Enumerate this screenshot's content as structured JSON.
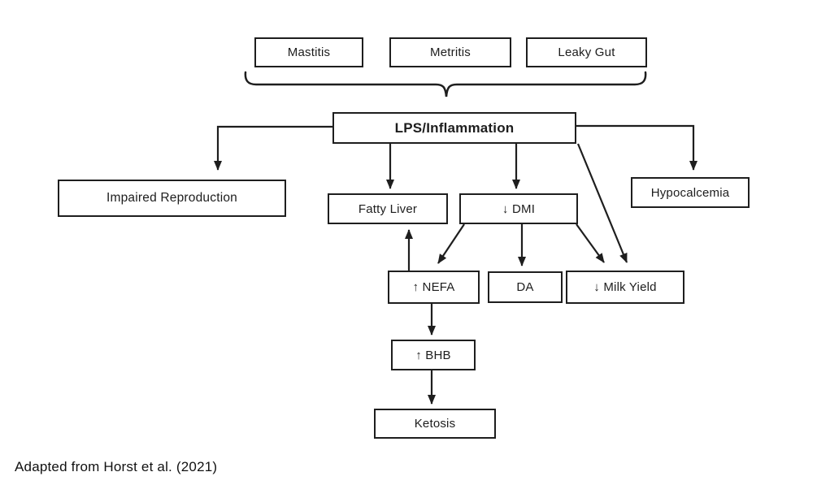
{
  "caption": "Adapted from Horst et al. (2021)",
  "colors": {
    "ink": "#1e1e1e",
    "background": "#ffffff"
  },
  "nodes": {
    "mastitis": {
      "label": "Mastitis"
    },
    "metritis": {
      "label": "Metritis"
    },
    "leaky_gut": {
      "label": "Leaky Gut"
    },
    "lps": {
      "label": "LPS/Inflammation"
    },
    "impaired_reproduction": {
      "label": "Impaired Reproduction"
    },
    "fatty_liver": {
      "label": "Fatty Liver"
    },
    "dmi": {
      "label": "↓ DMI"
    },
    "hypocalcemia": {
      "label": "Hypocalcemia"
    },
    "nefa": {
      "label": "↑ NEFA"
    },
    "da": {
      "label": "DA"
    },
    "milk_yield": {
      "label": "↓ Milk Yield"
    },
    "bhb": {
      "label": "↑ BHB"
    },
    "ketosis": {
      "label": "Ketosis"
    }
  },
  "edges": [
    {
      "from": "Mastitis + Metritis + Leaky Gut",
      "to": "LPS/Inflammation",
      "connector": "brace"
    },
    {
      "from": "LPS/Inflammation",
      "to": "Impaired Reproduction",
      "connector": "arrow"
    },
    {
      "from": "LPS/Inflammation",
      "to": "Fatty Liver",
      "connector": "arrow"
    },
    {
      "from": "LPS/Inflammation",
      "to": "↓ DMI",
      "connector": "arrow"
    },
    {
      "from": "LPS/Inflammation",
      "to": "Hypocalcemia",
      "connector": "arrow"
    },
    {
      "from": "LPS/Inflammation",
      "to": "↓ Milk Yield",
      "connector": "arrow"
    },
    {
      "from": "↓ DMI",
      "to": "↑ NEFA",
      "connector": "arrow"
    },
    {
      "from": "↓ DMI",
      "to": "DA",
      "connector": "arrow"
    },
    {
      "from": "↓ DMI",
      "to": "↓ Milk Yield",
      "connector": "arrow"
    },
    {
      "from": "↑ NEFA",
      "to": "Fatty Liver",
      "connector": "arrow"
    },
    {
      "from": "↑ NEFA",
      "to": "↑ BHB",
      "connector": "arrow"
    },
    {
      "from": "↑ BHB",
      "to": "Ketosis",
      "connector": "arrow"
    }
  ]
}
